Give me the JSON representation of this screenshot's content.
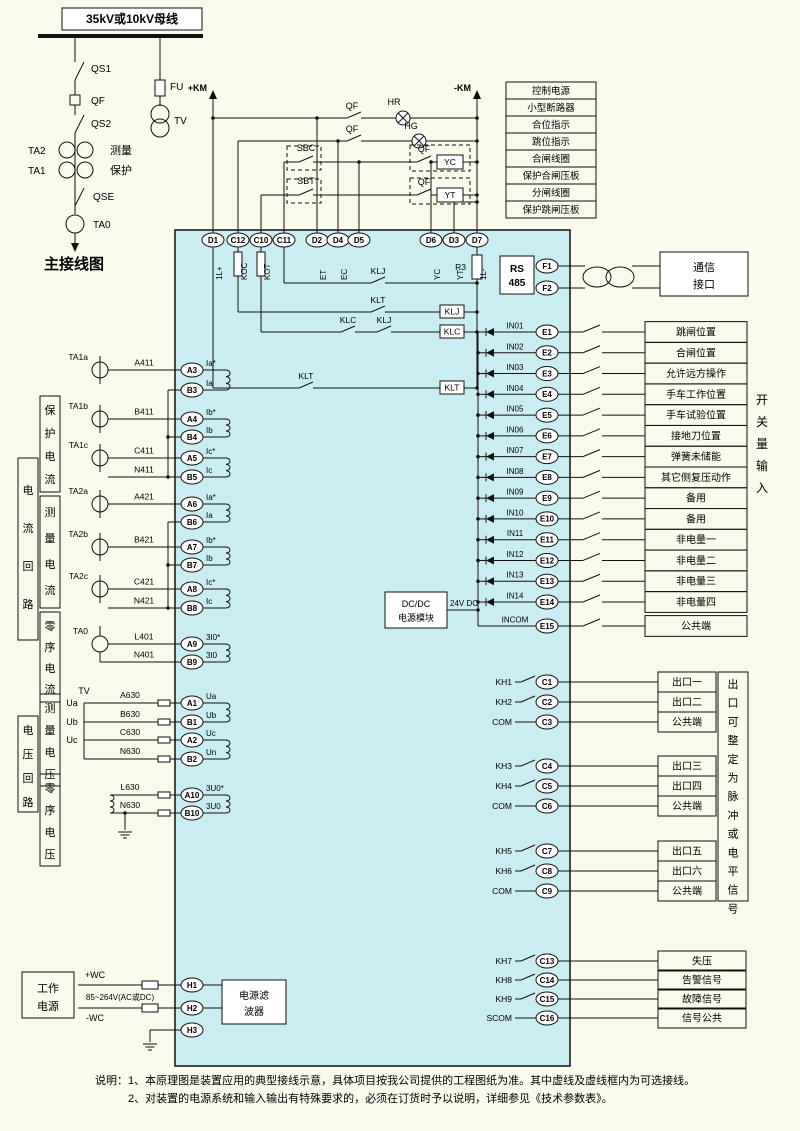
{
  "colors": {
    "background": "#f8fbec",
    "device_fill": "#c9edf1",
    "line": "#111111"
  },
  "main_diagram": {
    "busbar_label": "35kV或10kV母线",
    "title": "主接线图",
    "qs1": "QS1",
    "qf": "QF",
    "qs2": "QS2",
    "ta2": "TA2",
    "ta1": "TA1",
    "measure": "测量",
    "protect": "保护",
    "tv": "TV",
    "fu": "FU",
    "qse": "QSE",
    "ta0": "TA0"
  },
  "control": {
    "plus_km": "+KM",
    "minus_km": "-KM",
    "qf": "QF",
    "hr": "HR",
    "hg": "HG",
    "sbc": "SBC",
    "sbt": "SBT",
    "yc": "YC",
    "yt": "YT"
  },
  "legend_top": [
    "控制电源",
    "小型断路器",
    "合位指示",
    "跳位指示",
    "合闸线圈",
    "保护合闸压板",
    "分闸线圈",
    "保护跳闸压板"
  ],
  "device": {
    "top_terminals": [
      "D1",
      "C12",
      "C10",
      "C11",
      "D2",
      "D4",
      "D5",
      "D6",
      "D3",
      "D7"
    ],
    "top_sub_labels": [
      "1L+",
      "KOC",
      "KOT",
      "ET",
      "EC",
      "YC",
      "YT",
      "1L-"
    ],
    "relays": {
      "klj": "KLJ",
      "klt": "KLT",
      "klc": "KLC",
      "r3": "R3"
    },
    "rs485": [
      "RS",
      "485"
    ],
    "dcdc": [
      "DC/DC",
      "电源模块"
    ],
    "dc24": "24V DC",
    "filter": [
      "电源滤",
      "波器"
    ]
  },
  "comm_box": [
    "通信",
    "接口"
  ],
  "comm": {
    "rs485_f": [
      "F1",
      "F2"
    ]
  },
  "inputs": {
    "side_label": "开关量输入",
    "rows": [
      {
        "in": "IN01",
        "e": "E1",
        "label": "跳闸位置"
      },
      {
        "in": "IN02",
        "e": "E2",
        "label": "合闸位置"
      },
      {
        "in": "IN03",
        "e": "E3",
        "label": "允许远方操作"
      },
      {
        "in": "IN04",
        "e": "E4",
        "label": "手车工作位置"
      },
      {
        "in": "IN05",
        "e": "E5",
        "label": "手车试验位置"
      },
      {
        "in": "IN06",
        "e": "E6",
        "label": "接地刀位置"
      },
      {
        "in": "IN07",
        "e": "E7",
        "label": "弹簧未储能"
      },
      {
        "in": "IN08",
        "e": "E8",
        "label": "其它侧复压动作"
      },
      {
        "in": "IN09",
        "e": "E9",
        "label": "备用"
      },
      {
        "in": "IN10",
        "e": "E10",
        "label": "备用"
      },
      {
        "in": "IN11",
        "e": "E11",
        "label": "非电量一"
      },
      {
        "in": "IN12",
        "e": "E12",
        "label": "非电量二"
      },
      {
        "in": "IN13",
        "e": "E13",
        "label": "非电量三"
      },
      {
        "in": "IN14",
        "e": "E14",
        "label": "非电量四"
      },
      {
        "in": "INCOM",
        "e": "E15",
        "label": "公共端"
      }
    ]
  },
  "current": {
    "boxes": {
      "outer": "电流回路",
      "prot": "保护电流",
      "meas": "测量电流",
      "zero": "零序电流"
    },
    "rows": [
      {
        "term": "A3",
        "sig": "Ia*",
        "wire": "A411",
        "ct": "TA1a"
      },
      {
        "term": "B3",
        "sig": "Ia"
      },
      {
        "term": "A4",
        "sig": "Ib*",
        "wire": "B411",
        "ct": "TA1b"
      },
      {
        "term": "B4",
        "sig": "Ib"
      },
      {
        "term": "A5",
        "sig": "Ic*",
        "wire": "C411",
        "ct": "TA1c"
      },
      {
        "term": "B5",
        "sig": "Ic",
        "wire": "N411"
      },
      {
        "term": "A6",
        "sig": "Ia*",
        "wire": "A421",
        "ct": "TA2a"
      },
      {
        "term": "B6",
        "sig": "Ia"
      },
      {
        "term": "A7",
        "sig": "Ib*",
        "wire": "B421",
        "ct": "TA2b"
      },
      {
        "term": "B7",
        "sig": "Ib"
      },
      {
        "term": "A8",
        "sig": "Ic*",
        "wire": "C421",
        "ct": "TA2c"
      },
      {
        "term": "B8",
        "sig": "Ic",
        "wire": "N421"
      },
      {
        "term": "A9",
        "sig": "3I0*",
        "wire": "L401",
        "ct": "TA0"
      },
      {
        "term": "B9",
        "sig": "3I0",
        "wire": "N401"
      }
    ]
  },
  "voltage": {
    "boxes": {
      "outer": "电压回路",
      "meas": "测量电压",
      "zero": "零序电压"
    },
    "tv": "TV",
    "phases": [
      "Ua",
      "Ub",
      "Uc"
    ],
    "rows": [
      {
        "term": "A1",
        "sig": "Ua",
        "wire": "A630"
      },
      {
        "term": "B1",
        "sig": "Ub",
        "wire": "B630"
      },
      {
        "term": "A2",
        "sig": "Uc",
        "wire": "C630"
      },
      {
        "term": "B2",
        "sig": "Un",
        "wire": "N630"
      },
      {
        "term": "A10",
        "sig": "3U0*",
        "wire": "L630"
      },
      {
        "term": "B10",
        "sig": "3U0",
        "wire": "N630"
      }
    ]
  },
  "power": {
    "box": [
      "工作",
      "电源"
    ],
    "plus": "+WC",
    "range": "85~264V(AC或DC)",
    "minus": "-WC",
    "terms": [
      "H1",
      "H2",
      "H3"
    ]
  },
  "outputs": {
    "side_note": "出口可整定为脉冲或电平信号",
    "groups": [
      {
        "rows": [
          {
            "kh": "KH1",
            "c": "C1",
            "label": "出口一"
          },
          {
            "kh": "KH2",
            "c": "C2",
            "label": "出口二"
          },
          {
            "kh": "COM",
            "c": "C3",
            "label": "公共端"
          }
        ]
      },
      {
        "rows": [
          {
            "kh": "KH3",
            "c": "C4",
            "label": "出口三"
          },
          {
            "kh": "KH4",
            "c": "C5",
            "label": "出口四"
          },
          {
            "kh": "COM",
            "c": "C6",
            "label": "公共端"
          }
        ]
      },
      {
        "rows": [
          {
            "kh": "KH5",
            "c": "C7",
            "label": "出口五"
          },
          {
            "kh": "KH6",
            "c": "C8",
            "label": "出口六"
          },
          {
            "kh": "COM",
            "c": "C9",
            "label": "公共端"
          }
        ]
      },
      {
        "rows": [
          {
            "kh": "KH7",
            "c": "C13",
            "label": "失压"
          },
          {
            "kh": "KH8",
            "c": "C14",
            "label": "告警信号"
          },
          {
            "kh": "KH9",
            "c": "C15",
            "label": "故障信号"
          },
          {
            "kh": "SCOM",
            "c": "C16",
            "label": "信号公共"
          }
        ]
      }
    ]
  },
  "notes": [
    "说明：1、本原理图是装置应用的典型接线示意，具体项目按我公司提供的工程图纸为准。其中虚线及虚线框内为可选接线。",
    "2、对装置的电源系统和输入输出有特殊要求的，必须在订货时予以说明，详细参见《技术参数表》。"
  ]
}
